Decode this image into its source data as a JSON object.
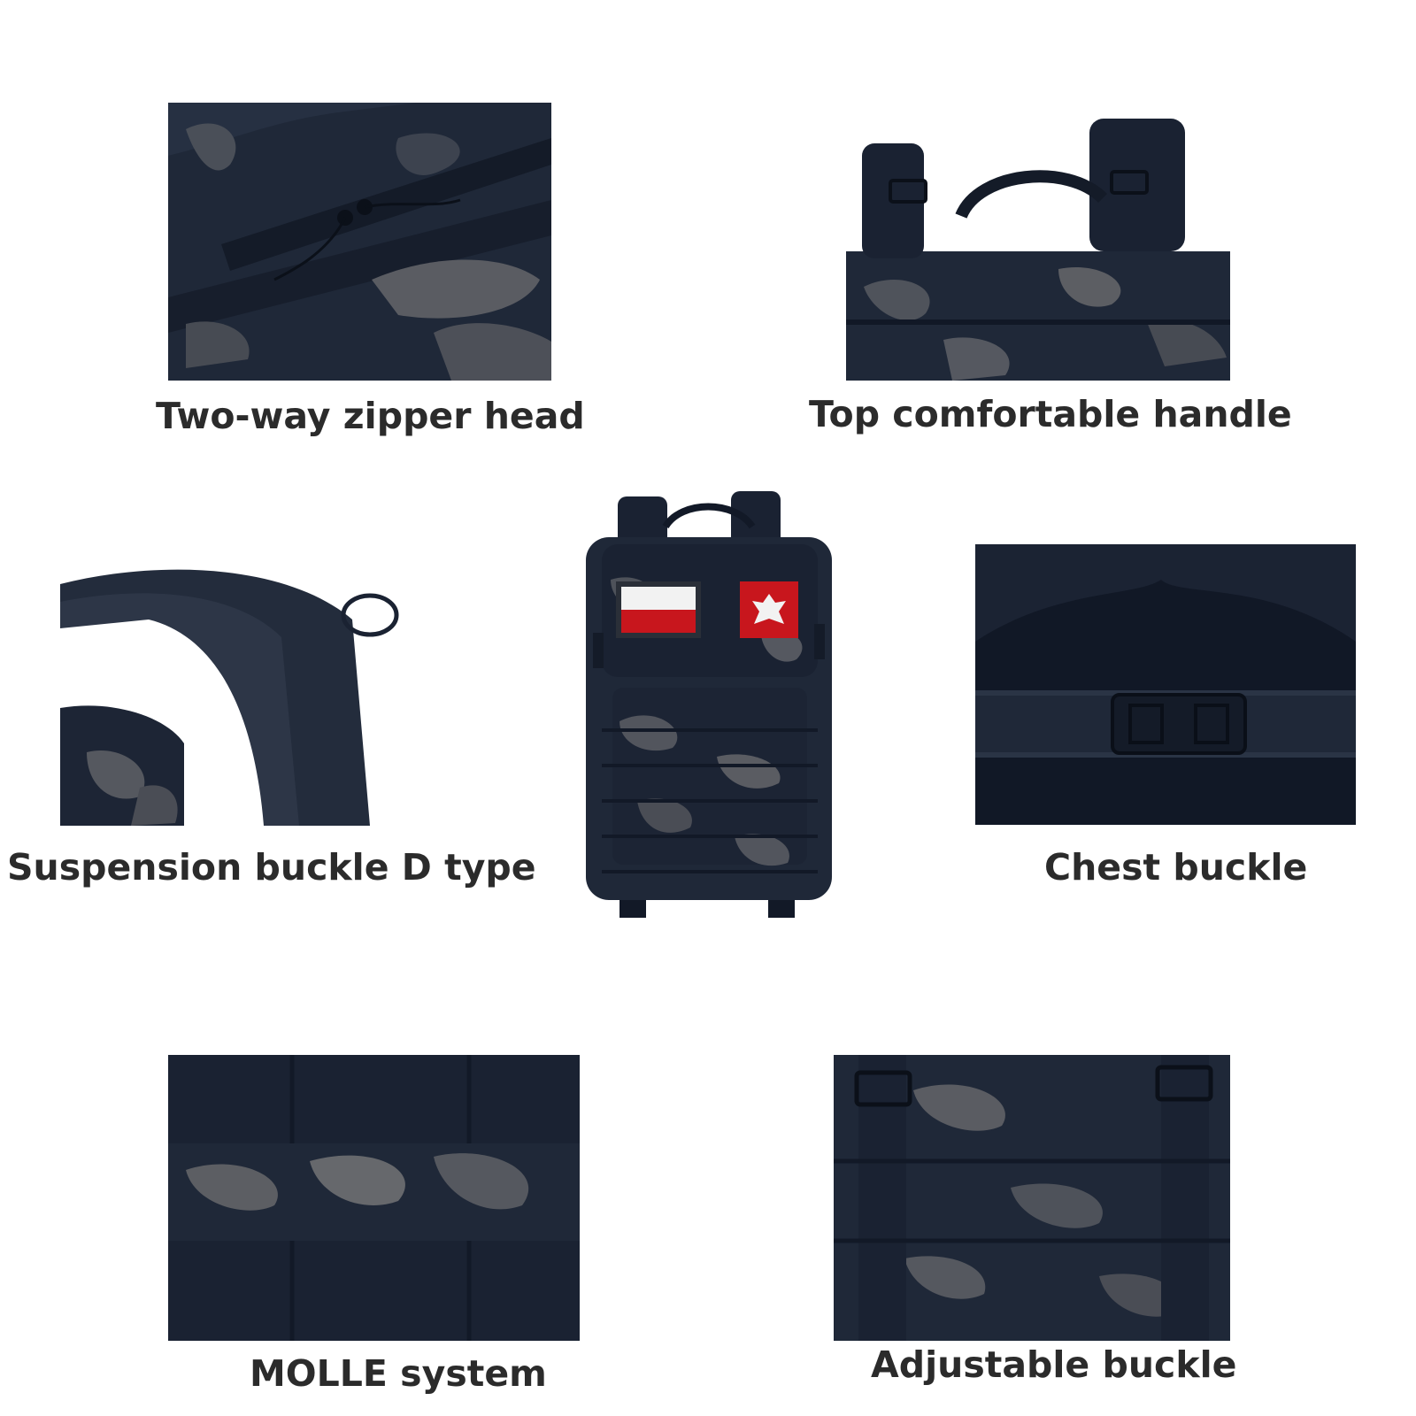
{
  "page": {
    "background": "#ffffff"
  },
  "palette": {
    "fabric_dark": "#1f2838",
    "camo_grey": "#4c5058",
    "camo_light": "#6b6c6e",
    "strap": "#182030",
    "flag_red": "#c8161d",
    "flag_white": "#f2f2f2"
  },
  "features": [
    {
      "id": "zipper",
      "caption": "Two-way zipper head"
    },
    {
      "id": "handle",
      "caption": "Top comfortable handle"
    },
    {
      "id": "d-buckle",
      "caption": "Suspension buckle D type"
    },
    {
      "id": "chest",
      "caption": "Chest buckle"
    },
    {
      "id": "molle",
      "caption": "MOLLE system"
    },
    {
      "id": "adjustable",
      "caption": "Adjustable buckle"
    }
  ],
  "product": {
    "name": "tactical-backpack",
    "patches": [
      "poland-flag-patch",
      "polish-eagle-patch"
    ]
  }
}
